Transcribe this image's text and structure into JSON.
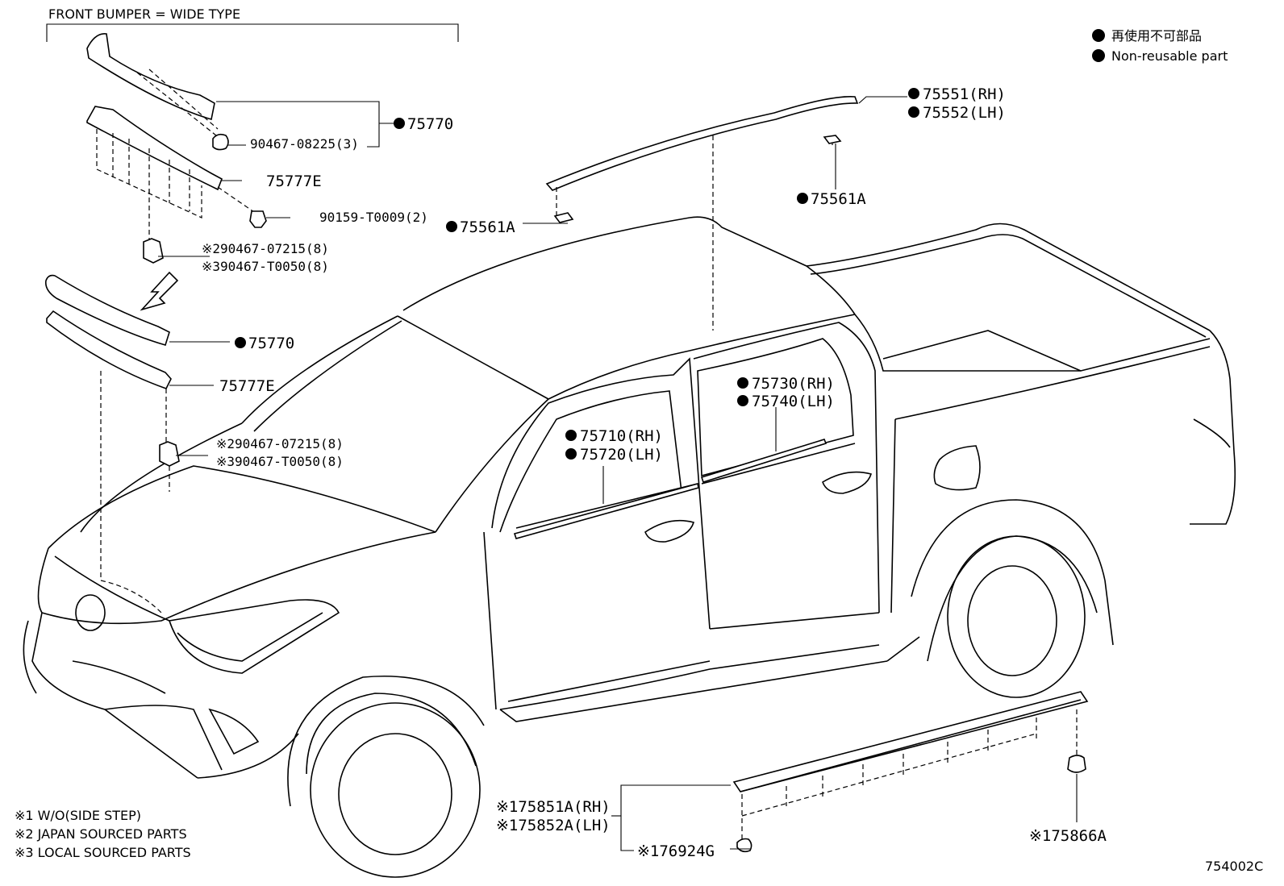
{
  "header": {
    "variant": "FRONT BUMPER = WIDE TYPE"
  },
  "legend": {
    "line1": "再使用不可部品",
    "line2": "Non-reusable part"
  },
  "labels": {
    "p75770_top": "75770",
    "p90467_08225": "90467-08225(3)",
    "p75777e_top": "75777E",
    "p90159": "90159-T0009(2)",
    "p90467_07215_a": "※290467-07215(8)",
    "p90467_t0050_a": "※390467-T0050(8)",
    "p75770_mid": "75770",
    "p75777e_mid": "75777E",
    "p90467_07215_b": "※290467-07215(8)",
    "p90467_t0050_b": "※390467-T0050(8)",
    "p75551": "75551(RH)",
    "p75552": "75552(LH)",
    "p75561a_r": "75561A",
    "p75561a_l": "75561A",
    "p75730": "75730(RH)",
    "p75740": "75740(LH)",
    "p75710": "75710(RH)",
    "p75720": "75720(LH)",
    "p75851a": "※175851A(RH)",
    "p75852a": "※175852A(LH)",
    "p76924g": "※176924G",
    "p75866a": "※175866A"
  },
  "notes": {
    "n1": "※1 W/O(SIDE STEP)",
    "n2": "※2 JAPAN SOURCED PARTS",
    "n3": "※3 LOCAL SOURCED PARTS"
  },
  "diagram_code": "754002C"
}
